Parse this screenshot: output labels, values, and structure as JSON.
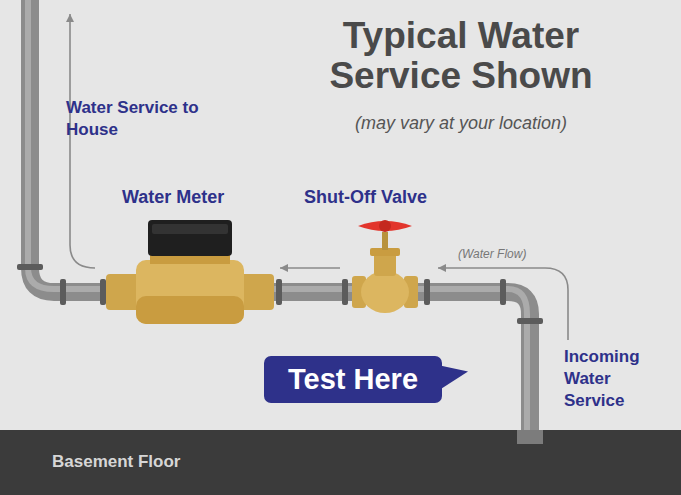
{
  "diagram": {
    "title": "Typical Water Service Shown",
    "nodes": [
      {
        "text": [
          "Test Here"
        ]
      },
      {
        "text": [
          "Basement Floor"
        ]
      }
    ],
    "labels": [
      "Water Service to House",
      "(may vary at your location)",
      "Water Meter",
      "Shut-Off Valve",
      "(Water Flow)",
      "Incoming Water Service"
    ]
  }
}
